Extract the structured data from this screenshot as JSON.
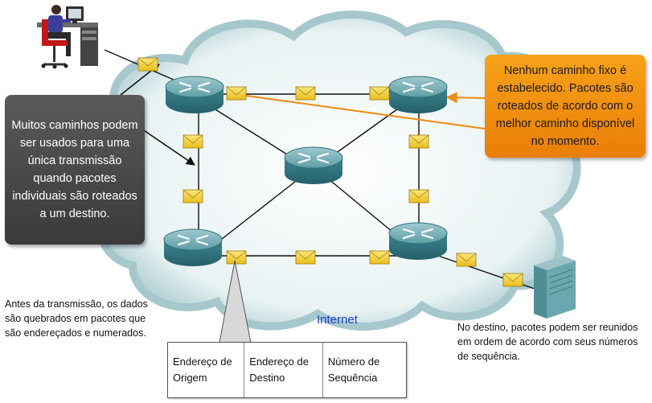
{
  "callouts": {
    "left": "Muitos caminhos podem ser usados para uma única transmissão quando pacotes individuais são roteados a um destino.",
    "right": "Nenhum caminho fixo é estabelecido. Pacotes são roteados de acordo com o melhor caminho disponível no momento."
  },
  "notes": {
    "before_transmission": "Antes da transmissão, os dados são quebrados em pacotes que são endereçados e numerados.",
    "at_destination": "No destino, pacotes podem ser reunidos em ordem de acordo com seus números de sequência."
  },
  "network_label": "Internet",
  "packet_header": {
    "fields": [
      "Endereço de Origem",
      "Endereço de Destino",
      "Número de Sequência"
    ]
  },
  "icons": {
    "router": "router-icon",
    "packet": "envelope-icon",
    "source": "user-workstation-icon",
    "destination": "server-icon"
  },
  "colors": {
    "cloud": "#b9d5d9",
    "router": "#3f8a93",
    "packet": "#f4d23c",
    "orange_callout": "#f08a0c",
    "dark_callout": "#444444",
    "internet_label": "#1f3fd6"
  }
}
